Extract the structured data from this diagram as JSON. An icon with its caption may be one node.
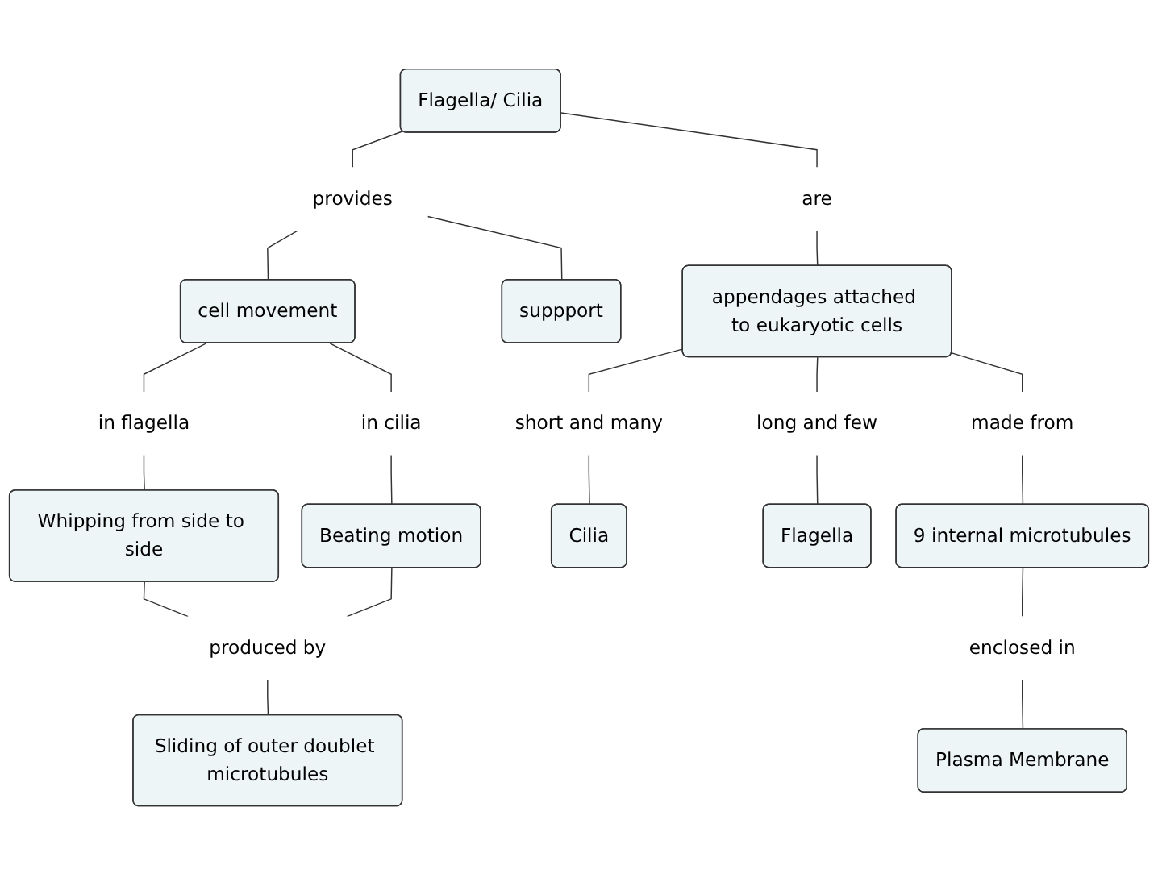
{
  "diagram": {
    "nodes": [
      {
        "text": [
          "Flagella/ Cilia"
        ]
      },
      {
        "text": [
          "provides"
        ]
      },
      {
        "text": [
          "are"
        ]
      },
      {
        "text": [
          "cell movement"
        ]
      },
      {
        "text": [
          "suppport"
        ]
      },
      {
        "text": [
          "appendages attached to eukaryotic cells"
        ]
      },
      {
        "text": [
          "in flagella"
        ]
      },
      {
        "text": [
          "in cilia"
        ]
      },
      {
        "text": [
          "short and many"
        ]
      },
      {
        "text": [
          "made from"
        ]
      },
      {
        "text": [
          "long and few"
        ]
      },
      {
        "text": [
          "Whipping from side to side"
        ]
      },
      {
        "text": [
          "Beating motion"
        ]
      },
      {
        "text": [
          "Cilia"
        ]
      },
      {
        "text": [
          "Flagella"
        ]
      },
      {
        "text": [
          "9 internal microtubules"
        ]
      },
      {
        "text": [
          "produced by"
        ]
      },
      {
        "text": [
          "enclosed in"
        ]
      },
      {
        "text": [
          "Sliding of outer doublet microtubules"
        ]
      },
      {
        "text": [
          "Plasma Membrane"
        ]
      }
    ],
    "edges": [
      {
        "from": 0,
        "to": 1,
        "arrow": "none"
      },
      {
        "from": 0,
        "to": 2,
        "arrow": "none"
      },
      {
        "from": 1,
        "to": 3,
        "arrow": "none"
      },
      {
        "from": 1,
        "to": 4,
        "arrow": "none"
      },
      {
        "from": 2,
        "to": 5,
        "arrow": "none"
      },
      {
        "from": 3,
        "to": 6,
        "arrow": "none"
      },
      {
        "from": 3,
        "to": 7,
        "arrow": "none"
      },
      {
        "from": 6,
        "to": 11,
        "arrow": "none"
      },
      {
        "from": 7,
        "to": 12,
        "arrow": "none"
      },
      {
        "from": 5,
        "to": 8,
        "arrow": "none"
      },
      {
        "from": 5,
        "to": 9,
        "arrow": "none"
      },
      {
        "from": 5,
        "to": 10,
        "arrow": "none"
      },
      {
        "from": 8,
        "to": 13,
        "arrow": "none"
      },
      {
        "from": 10,
        "to": 14,
        "arrow": "none"
      },
      {
        "from": 9,
        "to": 15,
        "arrow": "none"
      },
      {
        "from": 11,
        "to": 16,
        "arrow": "none"
      },
      {
        "from": 12,
        "to": 16,
        "arrow": "none"
      },
      {
        "from": 16,
        "to": 18,
        "arrow": "none"
      },
      {
        "from": 15,
        "to": 17,
        "arrow": "none"
      },
      {
        "from": 17,
        "to": 19,
        "arrow": "none"
      }
    ]
  }
}
